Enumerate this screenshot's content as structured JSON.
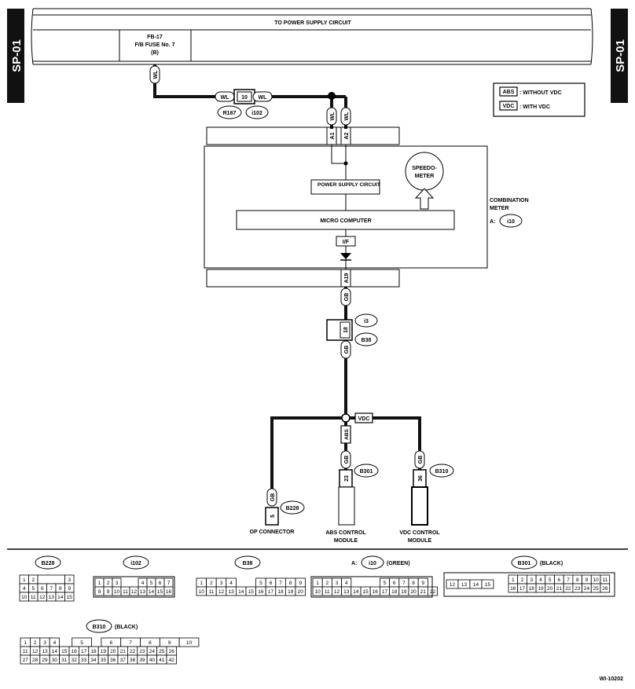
{
  "tabs": {
    "left": "SP-01",
    "right": "SP-01"
  },
  "header": {
    "title": "TO POWER SUPPLY CIRCUIT"
  },
  "fuse": {
    "line1": "FB-17",
    "line2": "F/B FUSE No. 7",
    "line3": "(B)"
  },
  "legend": {
    "abs_tag": "ABS",
    "abs_text": ": WITHOUT VDC",
    "vdc_tag": "VDC",
    "vdc_text": ": WITH VDC"
  },
  "wires": {
    "wl": "WL",
    "gb": "GB"
  },
  "connectors": {
    "r167": "R167",
    "i102": "i102",
    "i102_pin": "10",
    "i3": "i3",
    "b38": "B38",
    "i3_pin": "18",
    "b301": "B301",
    "b301_pin": "23",
    "b310": "B310",
    "b310_pin": "36",
    "b228": "B228",
    "b228_pin": "5"
  },
  "meter": {
    "pin_a1": "A1",
    "pin_a2": "A2",
    "pin_a19": "A19",
    "power_supply": "POWER SUPPLY CIRCUIT",
    "speedometer": "SPEEDO- METER",
    "micro_computer": "MICRO COMPUTER",
    "interface": "I/F",
    "label1": "COMBINATION",
    "label2": "METER",
    "label3": "A:",
    "label_conn": "i10"
  },
  "branch": {
    "vdc": "VDC",
    "abs": "ABS"
  },
  "modules": {
    "op1": "OP CONNECTOR",
    "abs1": "ABS CONTROL",
    "abs2": "MODULE",
    "vdc1": "VDC CONTROL",
    "vdc2": "MODULE"
  },
  "faces": {
    "b228": {
      "name": "B228",
      "pins": [
        "1",
        "2",
        "3",
        "4",
        "5",
        "6",
        "7",
        "8",
        "9",
        "10",
        "11",
        "12",
        "13",
        "14",
        "15"
      ]
    },
    "i102": {
      "name": "i102",
      "pins": [
        "1",
        "2",
        "3",
        "4",
        "5",
        "6",
        "7",
        "8",
        "9",
        "10",
        "11",
        "12",
        "13",
        "14",
        "15",
        "16"
      ]
    },
    "b38": {
      "name": "B38",
      "pins": [
        "1",
        "2",
        "3",
        "4",
        "5",
        "6",
        "7",
        "8",
        "9",
        "10",
        "11",
        "12",
        "13",
        "14",
        "15",
        "16",
        "17",
        "18",
        "19",
        "20"
      ]
    },
    "i10": {
      "prefix": "A:",
      "name": "i10",
      "note": "(GREEN)",
      "pins": [
        "1",
        "2",
        "3",
        "4",
        "5",
        "6",
        "7",
        "8",
        "9",
        "10",
        "11",
        "12",
        "13",
        "14",
        "15",
        "16",
        "17",
        "18",
        "19",
        "20",
        "21",
        "22"
      ]
    },
    "b301": {
      "name": "B301",
      "note": "(BLACK)",
      "pins": [
        "12",
        "13",
        "14",
        "15",
        "1",
        "2",
        "3",
        "4",
        "5",
        "6",
        "7",
        "8",
        "9",
        "10",
        "11",
        "16",
        "17",
        "18",
        "19",
        "20",
        "21",
        "22",
        "23",
        "24",
        "25",
        "26"
      ]
    },
    "b310": {
      "name": "B310",
      "note": "(BLACK)",
      "pins": [
        "1",
        "2",
        "3",
        "4",
        "5",
        "6",
        "7",
        "8",
        "9",
        "10",
        "11",
        "12",
        "13",
        "14",
        "15",
        "16",
        "17",
        "18",
        "19",
        "20",
        "21",
        "22",
        "23",
        "24",
        "25",
        "26",
        "27",
        "28",
        "29",
        "30",
        "31",
        "32",
        "33",
        "34",
        "35",
        "36",
        "37",
        "38",
        "39",
        "40",
        "41",
        "42"
      ]
    }
  },
  "footer": {
    "code": "WI-10202"
  }
}
